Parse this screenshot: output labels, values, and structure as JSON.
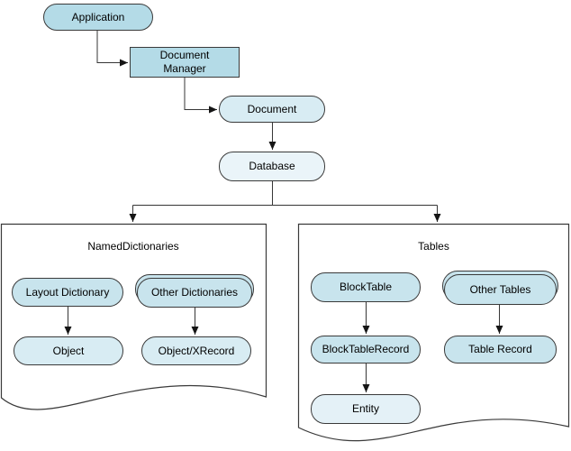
{
  "diagram": {
    "background": "#ffffff",
    "line_color": "#363636",
    "border_color": "#3a3a3a",
    "arrow_color": "#151515",
    "containers": {
      "named_dictionaries": {
        "title": "NamedDictionaries"
      },
      "tables": {
        "title": "Tables"
      }
    },
    "nodes": {
      "application": {
        "label": "Application",
        "fill": "#b4dbe7"
      },
      "document_manager": {
        "label": "Document Manager",
        "fill": "#b4dbe7"
      },
      "document": {
        "label": "Document",
        "fill": "#d8ecf3"
      },
      "database": {
        "label": "Database",
        "fill": "#eaf4f9"
      },
      "layout_dictionary": {
        "label": "Layout Dictionary",
        "fill": "#c8e4ed"
      },
      "other_dictionaries": {
        "label": "Other Dictionaries",
        "fill": "#c8e4ed"
      },
      "object": {
        "label": "Object",
        "fill": "#d8ecf3"
      },
      "object_xrecord": {
        "label": "Object/XRecord",
        "fill": "#d8ecf3"
      },
      "block_table": {
        "label": "BlockTable",
        "fill": "#c8e4ed"
      },
      "other_tables": {
        "label": "Other Tables",
        "fill": "#c8e4ed"
      },
      "block_table_record": {
        "label": "BlockTableRecord",
        "fill": "#c8e4ed"
      },
      "table_record": {
        "label": "Table Record",
        "fill": "#c8e4ed"
      },
      "entity": {
        "label": "Entity",
        "fill": "#e4f1f7"
      }
    }
  }
}
